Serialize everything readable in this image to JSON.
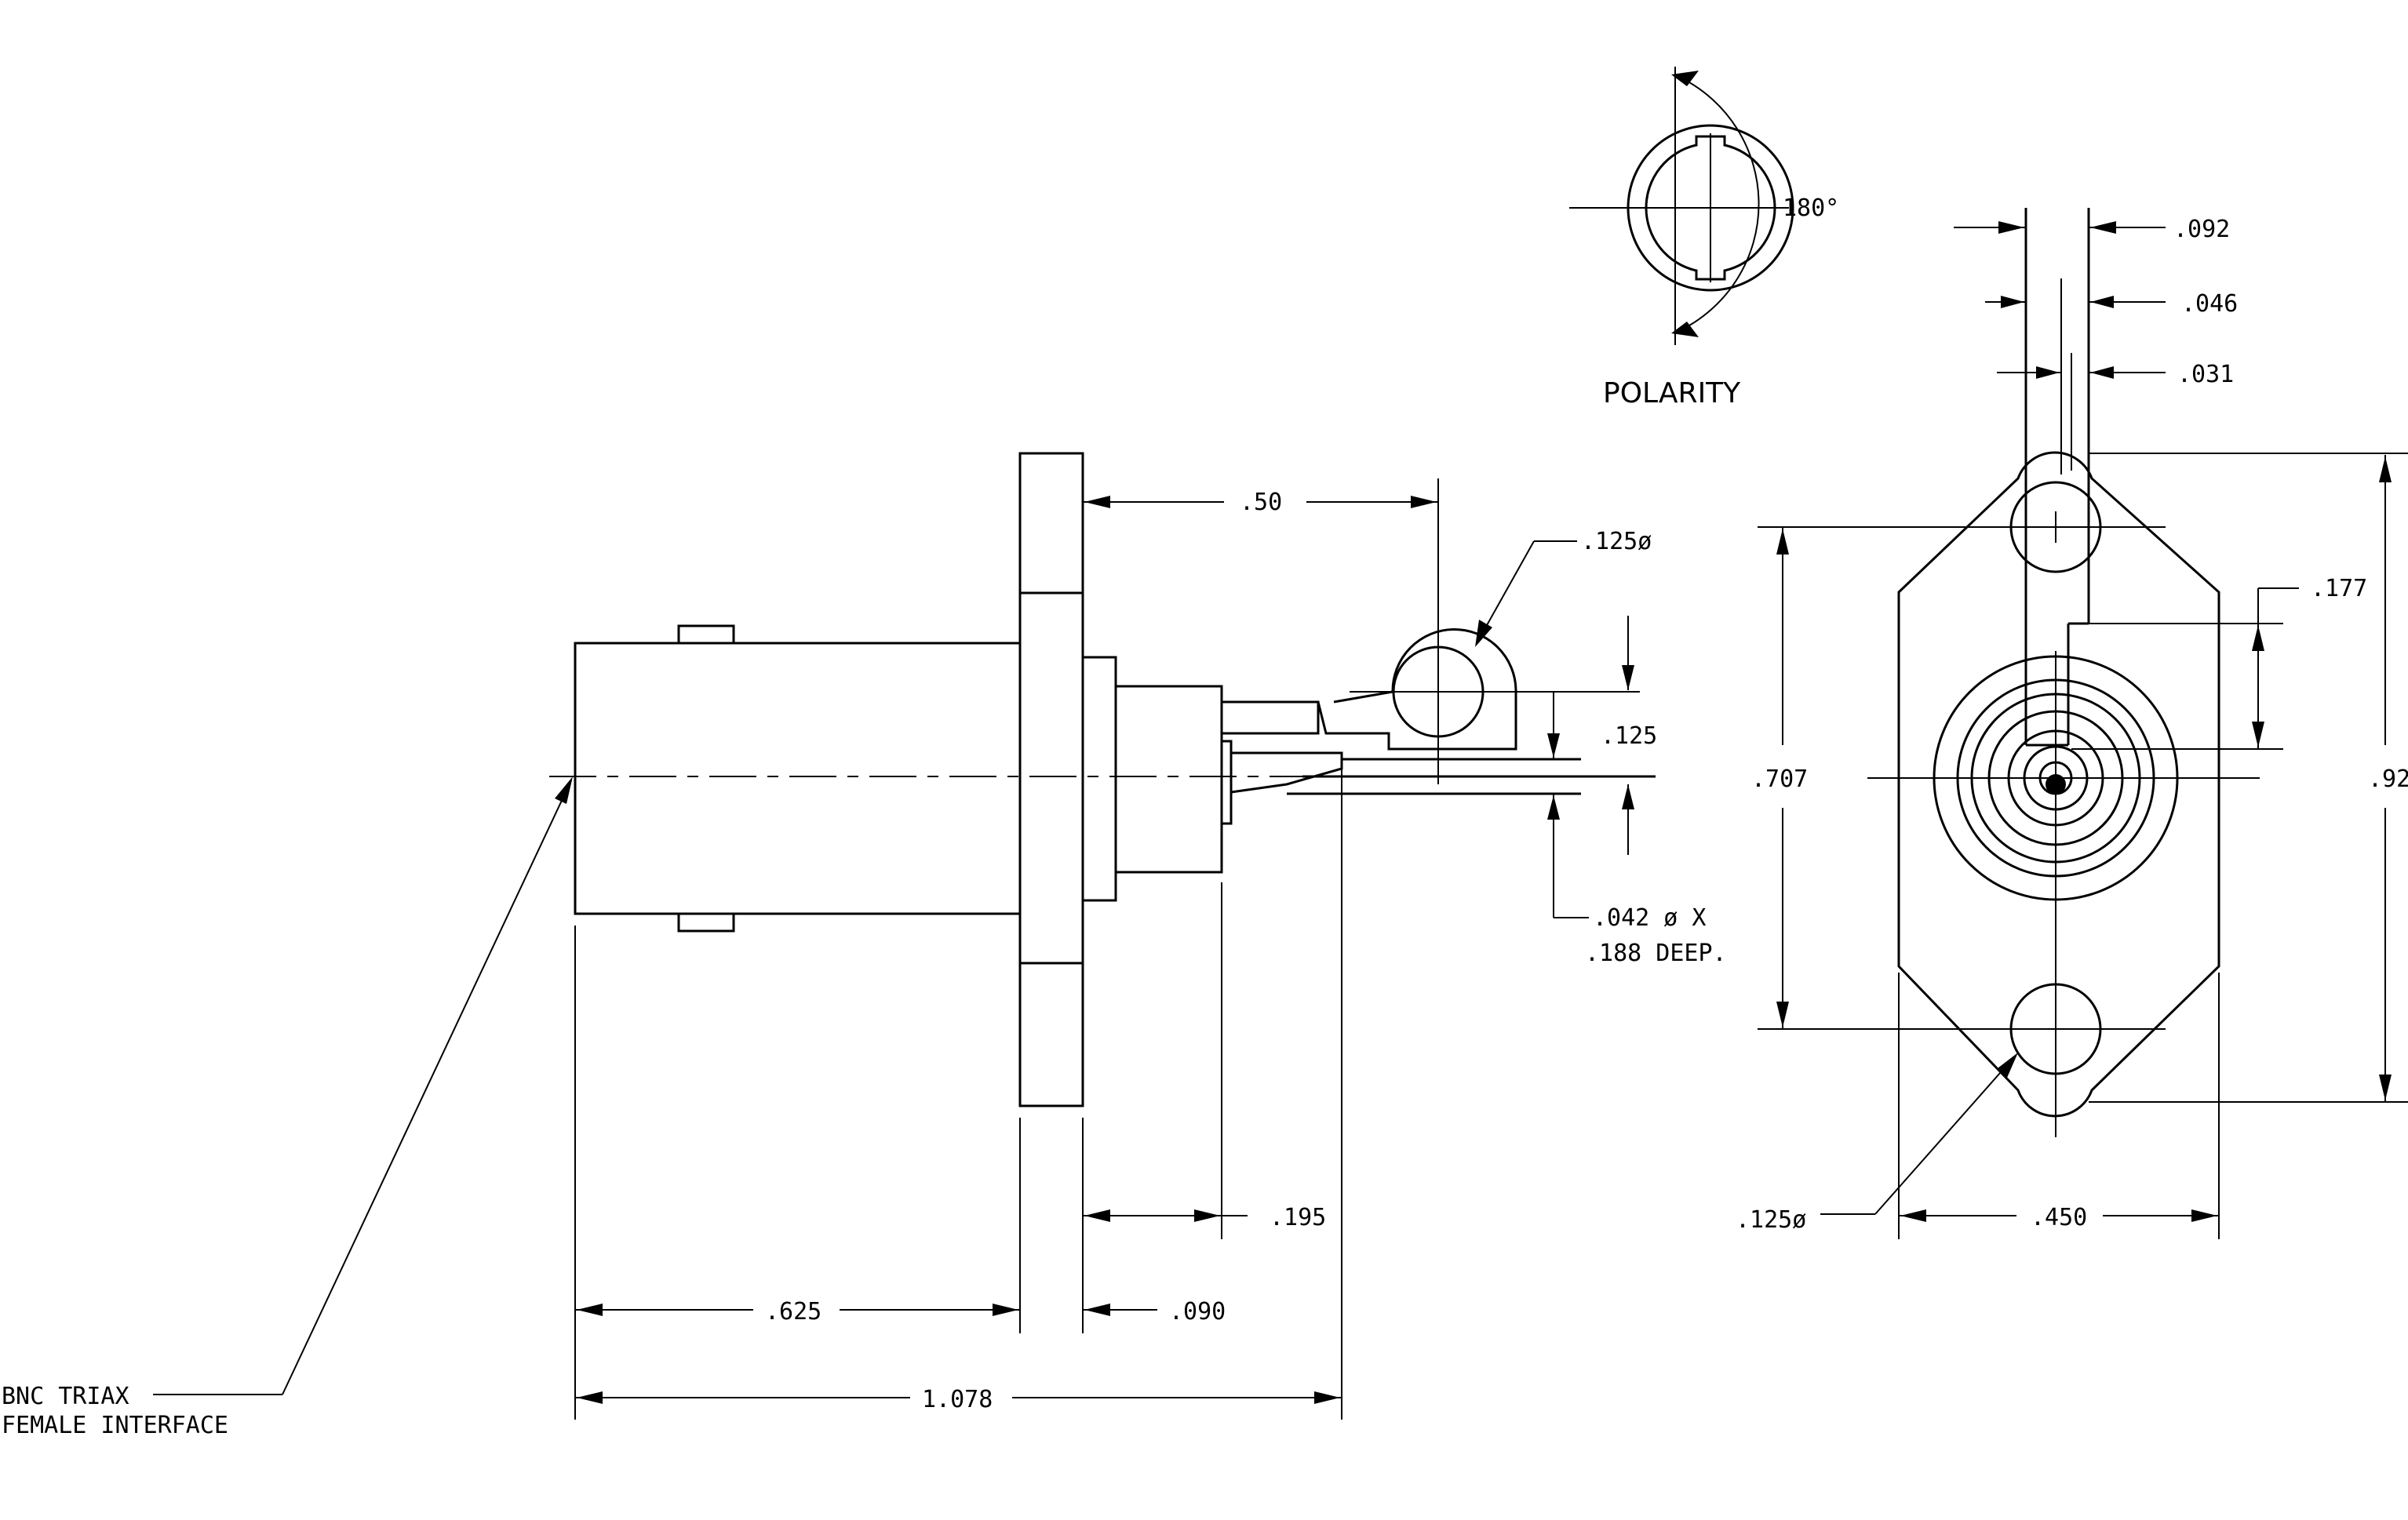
{
  "views": {
    "polarity": {
      "title": "POLARITY",
      "angle": "180°"
    },
    "side": {
      "dims": {
        "flange_to_solder_cup": ".50",
        "cup_hole_dia": ".125ø",
        "cup_offset": ".125",
        "pin_hole_line1": ".042 ø X",
        "pin_hole_line2": ".188 DEEP.",
        "rear_body": ".195",
        "interface_length": ".625",
        "flange_thickness": ".090",
        "overall_length": "1.078"
      },
      "callout_line1": "BNC TRIAX",
      "callout_line2": "FEMALE INTERFACE"
    },
    "front": {
      "dims": {
        "cup_width": ".092",
        "pin_width_a": ".046",
        "pin_width_b": ".031",
        "cup_rise": ".177",
        "hole_spacing": ".707",
        "flange_height": ".92",
        "flange_width": ".450",
        "mount_hole_dia": ".125ø"
      }
    }
  }
}
